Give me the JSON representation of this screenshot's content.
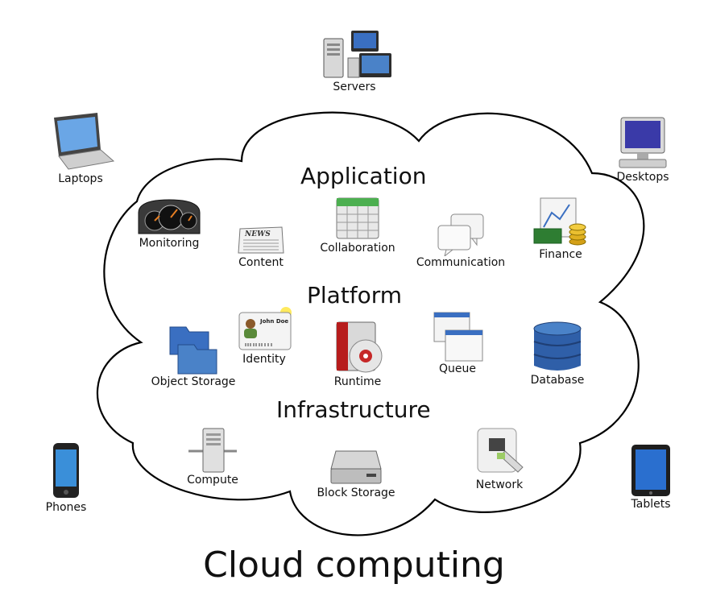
{
  "title": "Cloud computing",
  "layers": {
    "application": "Application",
    "platform": "Platform",
    "infrastructure": "Infrastructure"
  },
  "devices": {
    "servers": "Servers",
    "laptops": "Laptops",
    "desktops": "Desktops",
    "phones": "Phones",
    "tablets": "Tablets"
  },
  "application_items": {
    "monitoring": "Monitoring",
    "content": "Content",
    "collaboration": "Collaboration",
    "communication": "Communication",
    "finance": "Finance"
  },
  "platform_items": {
    "object_storage": "Object Storage",
    "identity": "Identity",
    "runtime": "Runtime",
    "queue": "Queue",
    "database": "Database"
  },
  "infrastructure_items": {
    "compute": "Compute",
    "block_storage": "Block Storage",
    "network": "Network"
  },
  "icon_text": {
    "news": "NEWS",
    "id_name": "John Doe"
  },
  "colors": {
    "cloud_stroke": "#000000",
    "monitor_blue": "#3a6fc1",
    "folder_blue": "#4a82c8",
    "database_blue": "#2f5fa8",
    "calendar_green": "#4caf50",
    "runtime_red": "#b71c1c"
  }
}
